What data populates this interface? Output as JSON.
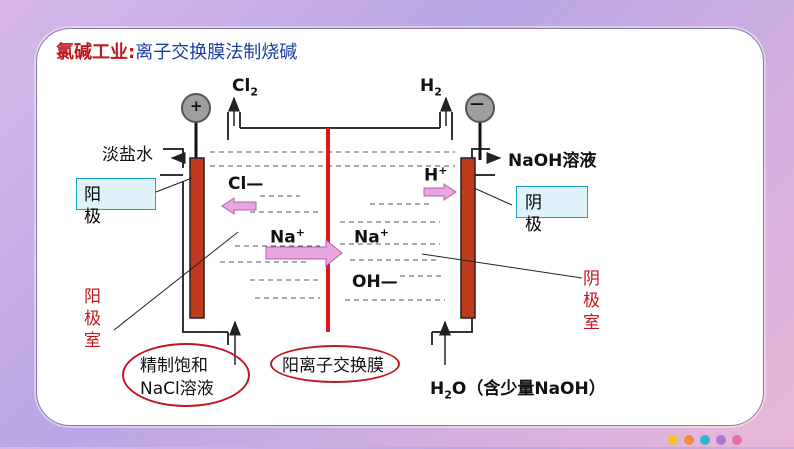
{
  "title": {
    "prefix": "氯碱工业:",
    "main": "离子交换膜法制烧碱"
  },
  "labels": {
    "cl2": "Cl",
    "cl2_sub": "2",
    "h2": "H",
    "h2_sub": "2",
    "plus": "+",
    "minus": "—",
    "dilute_brine": "淡盐水",
    "naoh_solution": "NaOH溶液",
    "anode_box": [
      "阳",
      "极"
    ],
    "cathode_box": [
      "阴",
      "极"
    ],
    "cl_ion": "Cl—",
    "h_ion": "H",
    "h_ion_sup": "+",
    "na_left": "Na",
    "na_left_sup": "+",
    "na_right": "Na",
    "na_right_sup": "+",
    "oh_ion": "OH—",
    "anode_chamber": [
      "阳",
      "极",
      "室"
    ],
    "cathode_chamber": [
      "阴",
      "极",
      "室"
    ],
    "feed_line1": "精制饱和",
    "feed_line2": "NaCl溶液",
    "membrane": "阳离子交换膜",
    "water": "H",
    "water_sub": "2",
    "water_rest": "O（含少量NaOH）"
  },
  "colors": {
    "electrode": "#c23a1e",
    "membrane": "#e0151d",
    "arrow_fill": "#e8a6e0",
    "accent_red": "#c0181e",
    "title_blue": "#1c3ea3",
    "box_fill": "#dff3fb",
    "box_border": "#1aa0cf"
  },
  "dots": [
    "#f4c430",
    "#f08c3c",
    "#2fb7c9",
    "#a57bd6",
    "#e870a0"
  ]
}
